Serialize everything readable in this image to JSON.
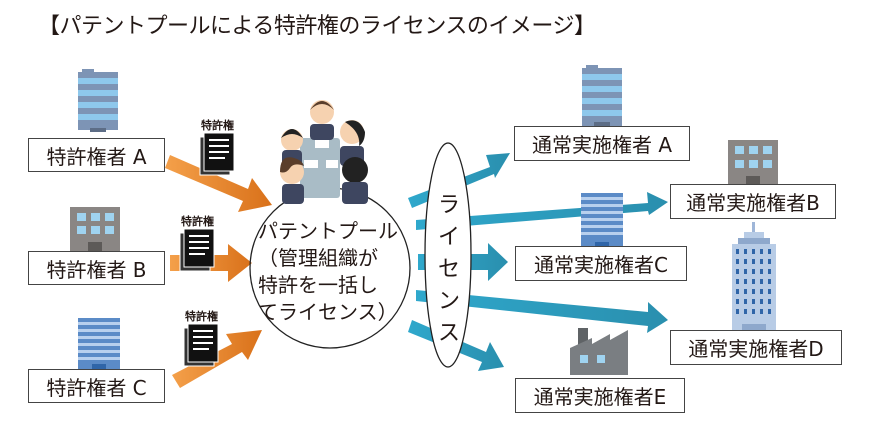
{
  "title": "【パテントプールによる特許権のライセンスのイメージ】",
  "patent_holders": [
    {
      "label": "特許権者 A",
      "building_icon": "office-building-striped-icon",
      "document_label": "特許権"
    },
    {
      "label": "特許権者 B",
      "building_icon": "small-office-building-icon",
      "document_label": "特許権"
    },
    {
      "label": "特許権者 C",
      "building_icon": "office-tower-blue-icon",
      "document_label": "特許権"
    }
  ],
  "pool": {
    "lines": [
      "パテントプール",
      "（管理組織が",
      "特許を一括し",
      "てライセンス）"
    ],
    "icon": "meeting-people-icon"
  },
  "license_label": [
    "ラ",
    "イ",
    "セ",
    "ン",
    "ス"
  ],
  "licensees": [
    {
      "label": "通常実施権者 A",
      "building_icon": "office-building-striped-icon"
    },
    {
      "label": "通常実施権者B",
      "building_icon": "small-office-building-icon"
    },
    {
      "label": "通常実施権者C",
      "building_icon": "office-tower-blue-icon"
    },
    {
      "label": "通常実施権者D",
      "building_icon": "skyscraper-icon"
    },
    {
      "label": "通常実施権者E",
      "building_icon": "factory-icon"
    }
  ],
  "colors": {
    "orange_arrow": "#E07F22",
    "teal_arrow": "#2A9BBF",
    "border": "#444444",
    "text": "#231815"
  }
}
